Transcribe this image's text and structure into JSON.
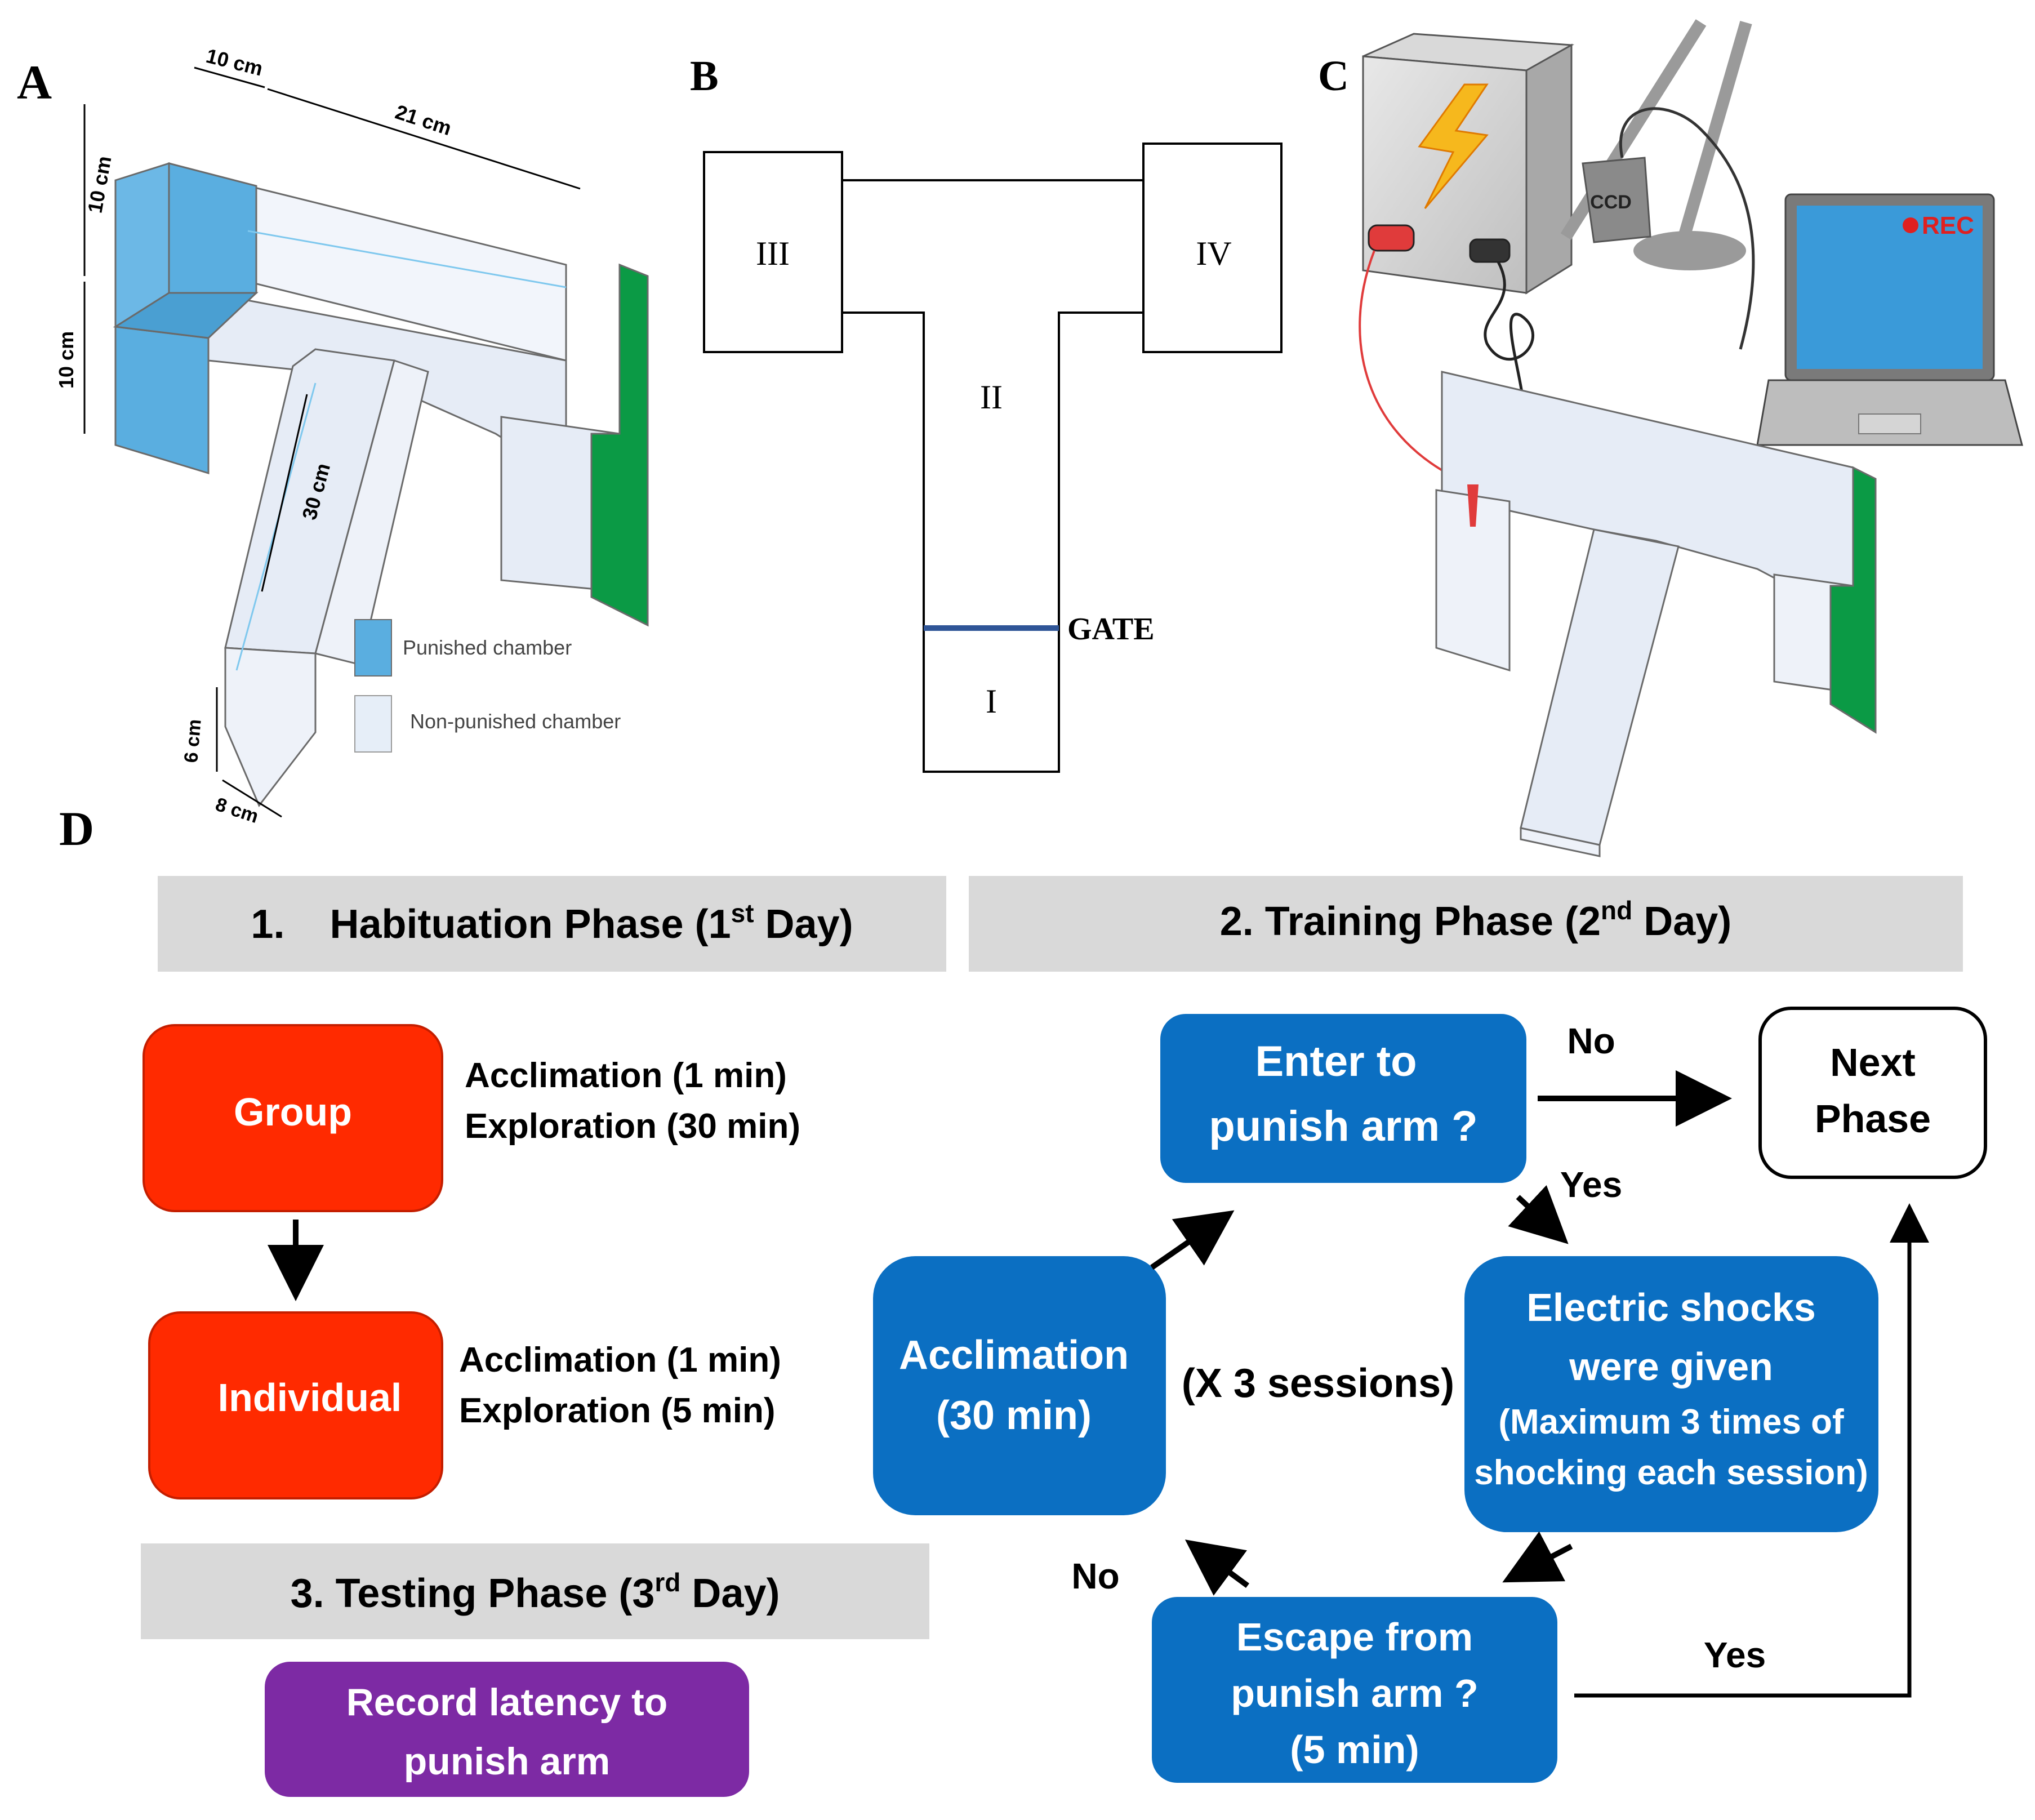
{
  "panel_labels": {
    "a": "A",
    "b": "B",
    "c": "C",
    "d": "D"
  },
  "panel_a": {
    "dim_top_width": "10 cm",
    "dim_top_length": "21 cm",
    "dim_left_height_top": "10 cm",
    "dim_left_height_bottom": "10 cm",
    "dim_stem_length": "30 cm",
    "dim_bottom_height": "6 cm",
    "dim_bottom_width": "8 cm",
    "legend": [
      {
        "label": "Punished chamber",
        "color": "#5aaee0"
      },
      {
        "label": "Non-punished chamber",
        "color": "#e6eef8"
      }
    ]
  },
  "panel_b": {
    "zones": [
      "III",
      "IV",
      "II",
      "I"
    ],
    "gate_label": "GATE",
    "gate_color": "#2f5597"
  },
  "panel_c": {
    "ccd_label": "CCD",
    "rec_label": "REC",
    "rec_color": "#e02020",
    "arm_color": "#0b9a45"
  },
  "panel_d": {
    "habituation_header": {
      "prefix": "1.    Habituation Phase (1",
      "sup": "st",
      "suffix": " Day)"
    },
    "training_header": {
      "prefix": "2. Training Phase (2",
      "sup": "nd",
      "suffix": " Day)"
    },
    "testing_header": {
      "prefix": "3. Testing Phase (3",
      "sup": "rd",
      "suffix": " Day)"
    },
    "group_box": "Group",
    "group_notes": [
      "Acclimation (1 min)",
      "Exploration (30 min)"
    ],
    "individual_box": "Individual",
    "individual_notes": [
      "Acclimation (1 min)",
      "Exploration (5 min)"
    ],
    "record_box": [
      "Record latency to",
      "punish arm"
    ],
    "enter_box": [
      "Enter to",
      "punish arm ?"
    ],
    "next_box": [
      "Next",
      "Phase"
    ],
    "acclimation_box": [
      "Acclimation",
      "(30 min)"
    ],
    "shock_box": [
      "Electric shocks",
      "were given",
      "(Maximum 3 times of",
      "shocking each session)"
    ],
    "escape_box": [
      "Escape from",
      "punish arm ?",
      "(5 min)"
    ],
    "sessions_label": "(X 3 sessions)",
    "edge_labels": {
      "enter_no": "No",
      "enter_yes": "Yes",
      "escape_no": "No",
      "escape_yes": "Yes"
    },
    "colors": {
      "red": "#ff2a00",
      "blue": "#0b6fc2",
      "purple": "#7d2aa4",
      "header_gray": "#d9d9d9"
    }
  }
}
